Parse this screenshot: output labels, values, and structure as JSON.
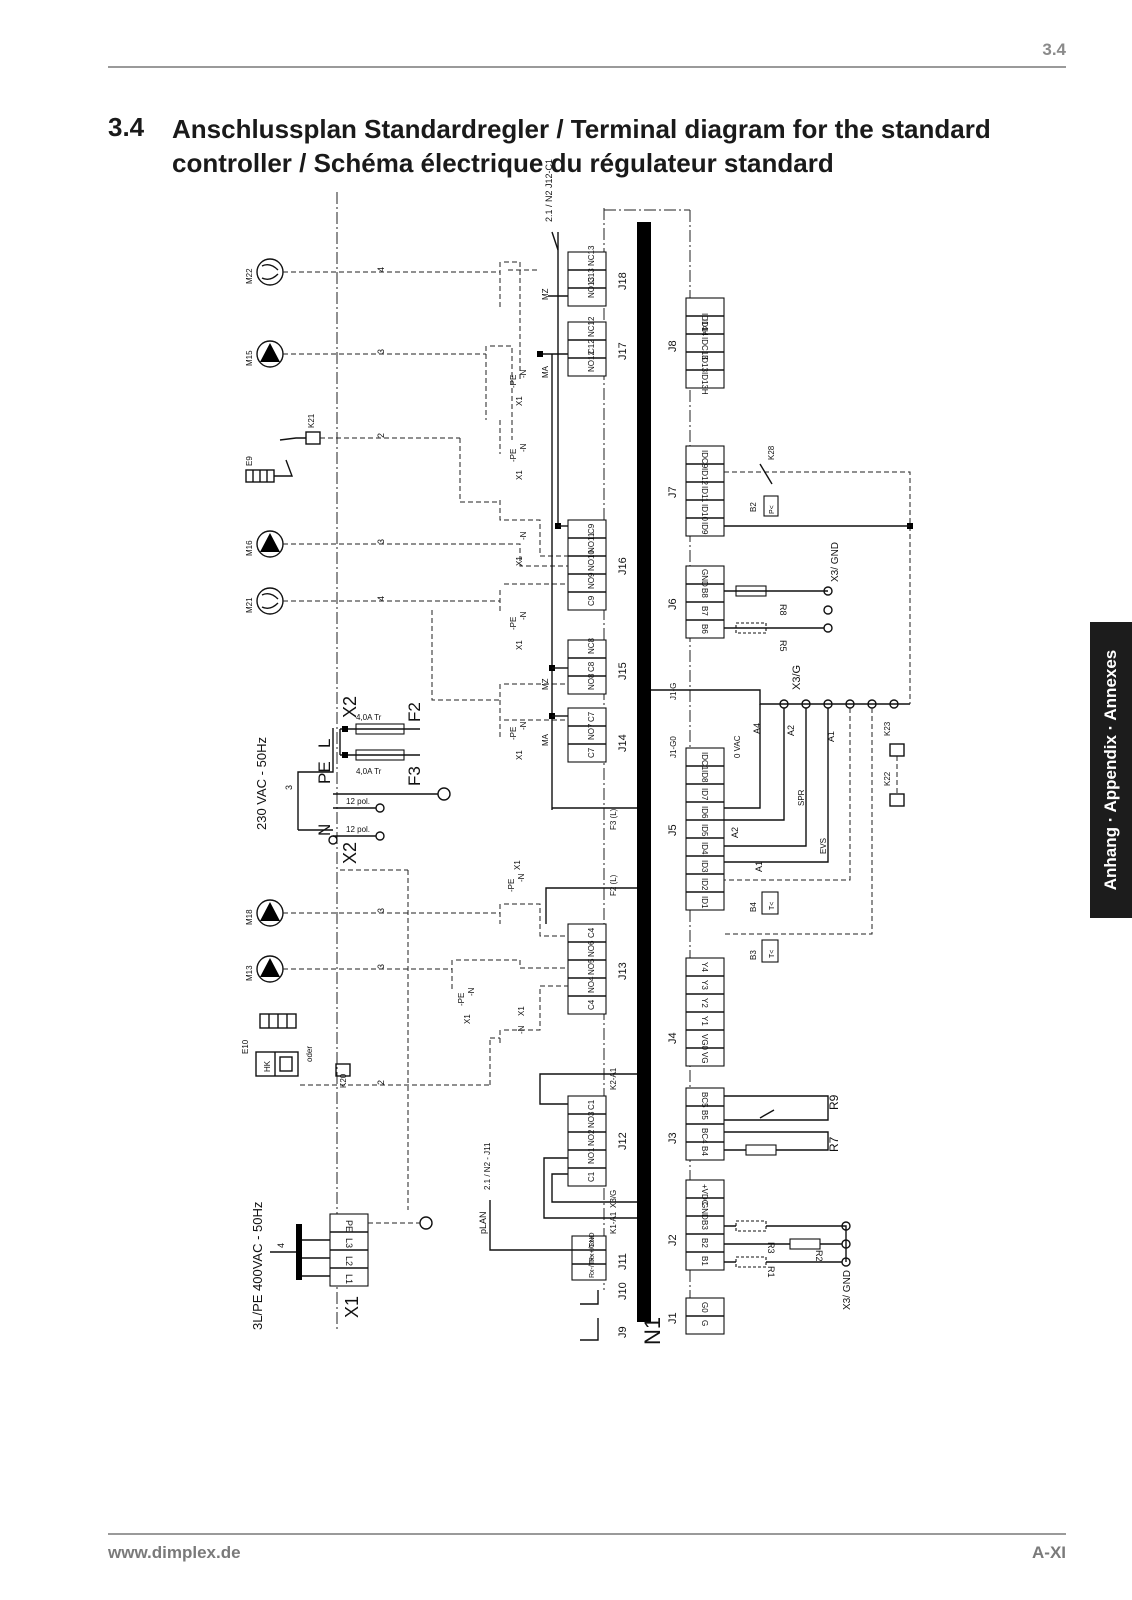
{
  "header": {
    "page_number": "3.4"
  },
  "heading": {
    "number": "3.4",
    "text": "Anschlussplan Standardregler / Terminal diagram for the standard controller / Schéma électrique du régulateur standard"
  },
  "side_tab": "Anhang · Appendix · Annexes",
  "footer": {
    "website": "www.dimplex.de",
    "page_label": "A-XI"
  },
  "diagram": {
    "controller": "N1",
    "supply_400": "3L/PE 400VAC - 50Hz",
    "supply_230": "230 VAC - 50Hz",
    "ref_top": "2.1 / N2 J12-C1",
    "ref_plan": "2.1 / N2 - J11",
    "plan": "pLAN",
    "x1_terminals": [
      "L1",
      "L2",
      "L3",
      "PE"
    ],
    "x1_label": "X1",
    "x2_label": "X2",
    "fuse": "4,0A Tr",
    "fuses": [
      "F2",
      "F3"
    ],
    "mains": [
      "L",
      "PE",
      "N"
    ],
    "pol12": "12 pol.",
    "wires": [
      "4",
      "3",
      "2",
      "3"
    ],
    "f3_label": "F3 (L)",
    "f2_label": "F2 (L)",
    "x1g_label": "J1-G",
    "x1g0_label": "J1-G0",
    "zero_vac": "0 VAC",
    "k1a1": "K1-A1",
    "k2a1": "K2-A1",
    "x3g": "X3/G",
    "x3gnd": "X3/ GND",
    "devices": [
      {
        "id": "m22",
        "label": "M22",
        "wires": "4",
        "kind": "fan"
      },
      {
        "id": "m15",
        "label": "M15",
        "wires": "3",
        "kind": "pump"
      },
      {
        "id": "e9",
        "label": "E9",
        "wires": "2",
        "kind": "heater",
        "relay": "K21"
      },
      {
        "id": "m16",
        "label": "M16",
        "wires": "3",
        "kind": "pump"
      },
      {
        "id": "m21",
        "label": "M21",
        "wires": "4",
        "kind": "fan"
      },
      {
        "id": "m18",
        "label": "M18",
        "wires": "3",
        "kind": "pump"
      },
      {
        "id": "m13",
        "label": "M13",
        "wires": "3",
        "kind": "pump"
      }
    ],
    "e10": {
      "label": "E10",
      "alt": "oder",
      "relay": "K20",
      "hk": "HK",
      "wires": "2"
    },
    "x1_block_labels": [
      "X1",
      "-PE",
      "-N"
    ],
    "ma": "MA",
    "mz": "MZ",
    "connectors_left": [
      {
        "name": "J18",
        "pins": [
          "NC13",
          "C13",
          "NO13"
        ]
      },
      {
        "name": "J17",
        "pins": [
          "NC12",
          "C12",
          "NO12"
        ]
      },
      {
        "name": "J16",
        "pins": [
          "C9",
          "NO11",
          "NO10",
          "NO9",
          "C9"
        ]
      },
      {
        "name": "J15",
        "pins": [
          "NC8",
          "C8",
          "NO8"
        ]
      },
      {
        "name": "J14",
        "pins": [
          "C7",
          "NO7",
          "C7"
        ]
      },
      {
        "name": "J13",
        "pins": [
          "C4",
          "NO6",
          "NO5",
          "NO4",
          "C4"
        ]
      },
      {
        "name": "J12",
        "pins": [
          "C1",
          "NO3",
          "NO2",
          "NO1",
          "C1"
        ]
      },
      {
        "name": "J11",
        "pins": [
          "GND",
          "Rx+/Tx+",
          "Rx-/Tx-"
        ]
      },
      {
        "name": "J10",
        "pins": []
      },
      {
        "name": "J9",
        "pins": []
      }
    ],
    "connectors_right": [
      {
        "name": "J8",
        "pins": [
          "ID14H",
          "ID14",
          "IDC13",
          "ID13",
          "ID13H"
        ]
      },
      {
        "name": "J7",
        "pins": [
          "IDC9",
          "ID12",
          "ID11",
          "ID10",
          "ID9"
        ]
      },
      {
        "name": "J6",
        "pins": [
          "GND",
          "B8",
          "B7",
          "B6"
        ]
      },
      {
        "name": "J5",
        "pins": [
          "IDC1",
          "ID8",
          "ID7",
          "ID6",
          "ID5",
          "ID4",
          "ID3",
          "ID2",
          "ID1"
        ]
      },
      {
        "name": "J4",
        "pins": [
          "Y4",
          "Y3",
          "Y2",
          "Y1",
          "VG0",
          "VG"
        ]
      },
      {
        "name": "J3",
        "pins": [
          "BC5",
          "B5",
          "BC4",
          "B4"
        ]
      },
      {
        "name": "J2",
        "pins": [
          "+VDC",
          "GND",
          "B3",
          "B2",
          "B1"
        ]
      },
      {
        "name": "J1",
        "pins": [
          "G0",
          "G"
        ]
      }
    ],
    "right_parts": {
      "k28": "K28",
      "b2": "B2",
      "b2_sym": "P<",
      "r8": "R8",
      "r5": "R5",
      "k23": "K23",
      "k22": "K22",
      "a4": "A4",
      "a2": "A2",
      "a1": "A1",
      "spr": "SPR",
      "evs": "EVS",
      "b4": "B4",
      "b3": "B3",
      "t_sym": "T<",
      "r9": "R9",
      "r7": "R7",
      "r3": "R3",
      "r2": "R2",
      "r1": "R1"
    }
  }
}
